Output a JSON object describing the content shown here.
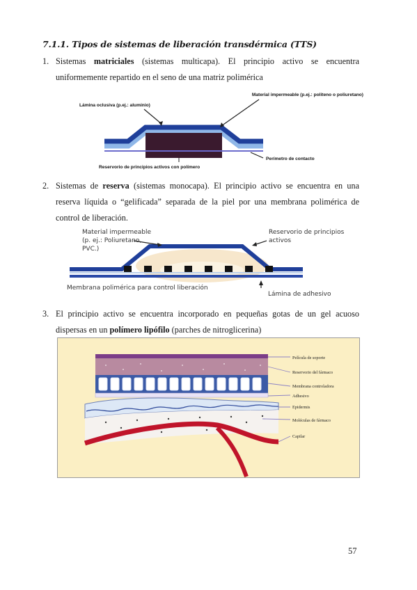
{
  "section_heading": "7.1.1. Tipos de sistemas de liberación transdérmica (TTS)",
  "items": [
    {
      "number": "1.",
      "pre": "Sistemas ",
      "bold": "matriciales",
      "post": " (sistemas multicapa). El principio activo se encuentra uniformemente repartido en el seno de una matriz polimérica"
    },
    {
      "number": "2.",
      "pre": "Sistemas de ",
      "bold": "reserva",
      "post": " (sistemas monocapa). El principio activo se encuentra en una reserva líquida o “gelificada” separada de la piel por una membrana polimérica de control de liberación."
    },
    {
      "number": "3.",
      "pre": "El principio activo se encuentra incorporado en pequeñas gotas de un gel acuoso dispersas en un ",
      "bold": "polímero lipófilo",
      "post": " (parches de nitroglicerina)"
    }
  ],
  "figure1": {
    "label_lamina": "Lámina oclusiva (p.ej.: aluminio)",
    "label_material": "Material impermeable (p.ej.: politeno o poliuretano)",
    "label_perimetro": "Perímetro de contacto",
    "label_reservorio": "Reservorio de principios activos con polímero"
  },
  "figure2": {
    "label_material_l1": "Material impermeable",
    "label_material_l2": "(p. ej.: Poliuretano,",
    "label_material_l3": "PVC.)",
    "label_reservorio_l1": "Reservorio de principios",
    "label_reservorio_l2": "activos",
    "label_membrana": "Membrana polimérica para control liberación",
    "label_adhesivo": "Lámina de adhesivo"
  },
  "figure3": {
    "labels": [
      "Película de soporte",
      "Reservorio del fármaco",
      "Membrana controladora",
      "Adhesivo",
      "Epidermis",
      "Moléculas de fármaco",
      "Capilar"
    ]
  },
  "page_number": "57",
  "colors": {
    "blue": "#1f3f9a",
    "dark_reservoir": "#3a1a2e",
    "fig3_background": "#fbefc4",
    "fig3_reservoir": "#b88aa0",
    "fig3_membrane": "#3b5aa6",
    "capillary": "#c0142a"
  }
}
